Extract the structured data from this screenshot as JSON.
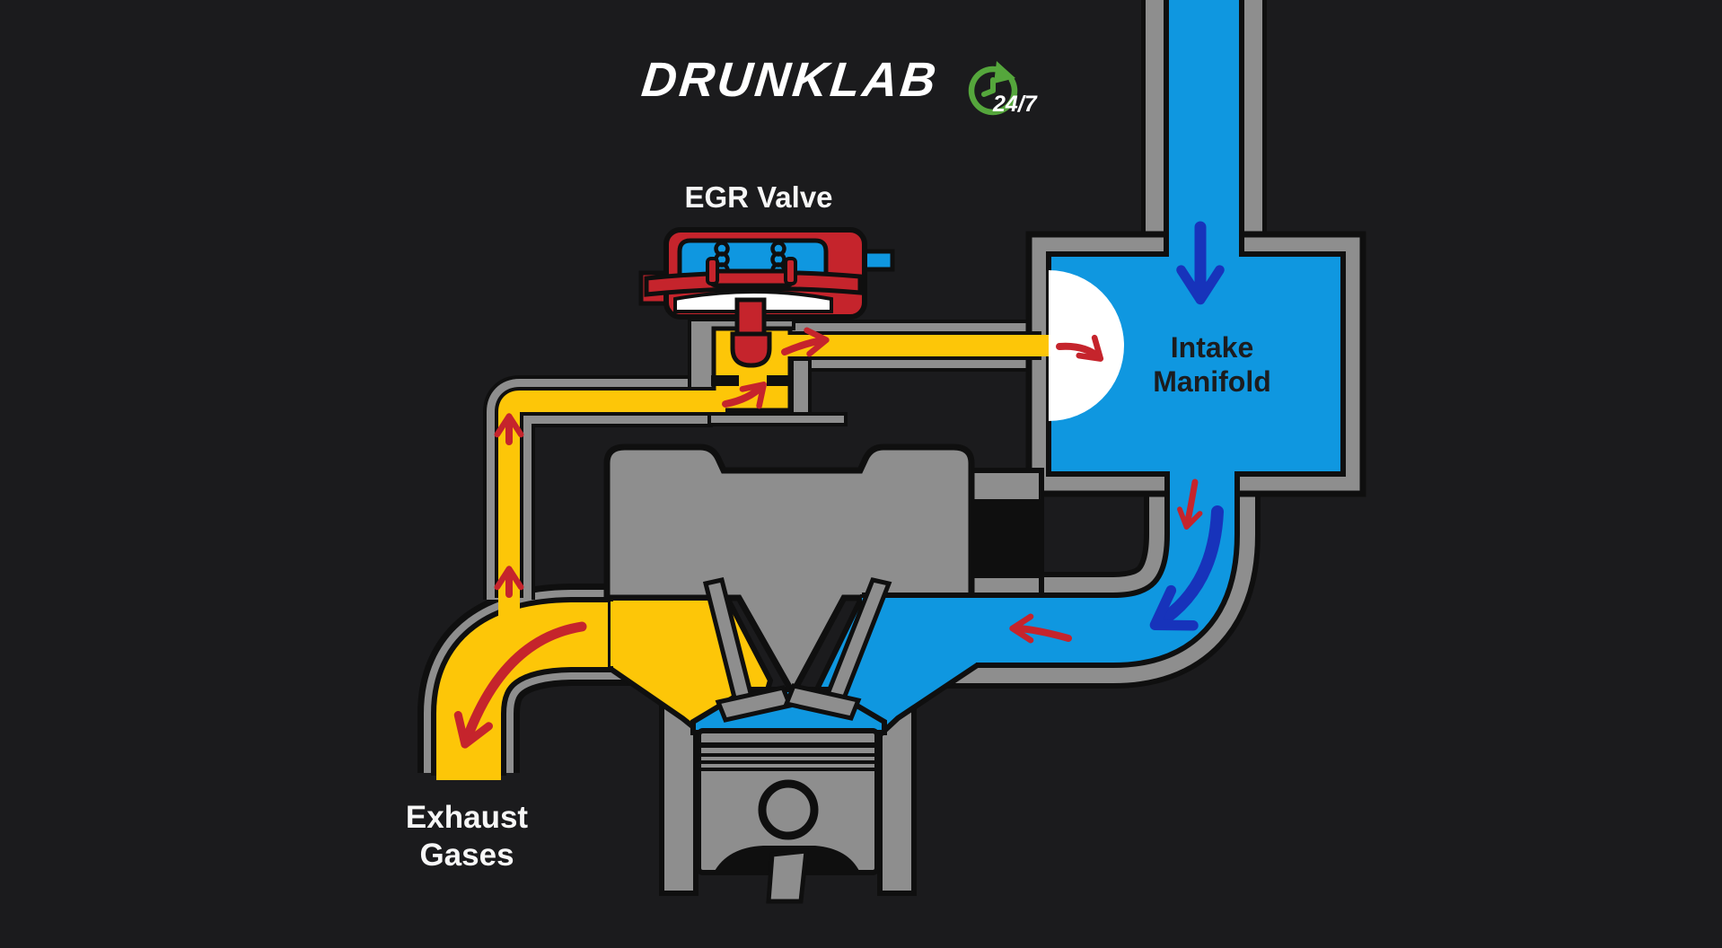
{
  "header": {
    "logo_text": "DRUNKLAB",
    "badge_text": "24/7",
    "clock_icon": "clock-24-7-icon"
  },
  "labels": {
    "egr_valve": "EGR Valve",
    "intake_manifold": "Intake Manifold",
    "exhaust_gases": "Exhaust Gases"
  },
  "palette": {
    "bg": "#1b1b1d",
    "outline": "#0f0f0f",
    "gray": "#8e8e8e",
    "yellow": "#fdc608",
    "blue": "#0f97e0",
    "darkblue": "#1733bb",
    "red": "#c5242c",
    "white": "#ffffff",
    "green": "#55a63c",
    "text_light": "#f7f7f7",
    "text_dark": "#1c1c1e"
  },
  "diagram": {
    "flows": [
      {
        "name": "exhaust-gas-flow",
        "color_key": "yellow",
        "arrows": "down exhaust pipe; up EGR branch; through EGR valve seat; into intake manifold"
      },
      {
        "name": "intake-air-flow",
        "color_key": "blue",
        "arrows": "down into intake manifold; down through runner; left into cylinder"
      }
    ],
    "components": [
      "egr-valve",
      "intake-manifold",
      "exhaust-pipe",
      "egr-pipe",
      "intake-pipe",
      "engine-cylinder",
      "piston",
      "vacuum-line"
    ]
  }
}
